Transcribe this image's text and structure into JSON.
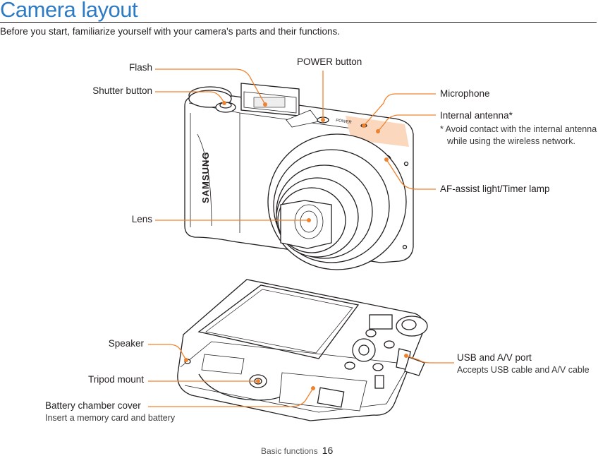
{
  "page": {
    "title": "Camera layout",
    "intro": "Before you start, familiarize yourself with your camera's parts and their functions."
  },
  "labels": {
    "flash": "Flash",
    "shutter_button": "Shutter button",
    "power_button": "POWER button",
    "microphone": "Microphone",
    "internal_antenna": "Internal antenna*",
    "antenna_note_line1": "* Avoid contact with the internal antenna",
    "antenna_note_line2": "while using the wireless network.",
    "af_assist": "AF-assist light/Timer lamp",
    "lens": "Lens",
    "speaker": "Speaker",
    "tripod_mount": "Tripod mount",
    "battery_cover": "Battery chamber cover",
    "battery_cover_desc": "Insert a memory card and battery",
    "usb_port": "USB and A/V port",
    "usb_port_desc": "Accepts USB cable and A/V cable"
  },
  "camera_brand": "SAMSUNG",
  "power_label_on_body": "POWER",
  "footer": {
    "section": "Basic functions",
    "page_number": "16"
  },
  "colors": {
    "title": "#2e7bc4",
    "leader": "#f0822d",
    "highlight": "#fbd8bd"
  }
}
